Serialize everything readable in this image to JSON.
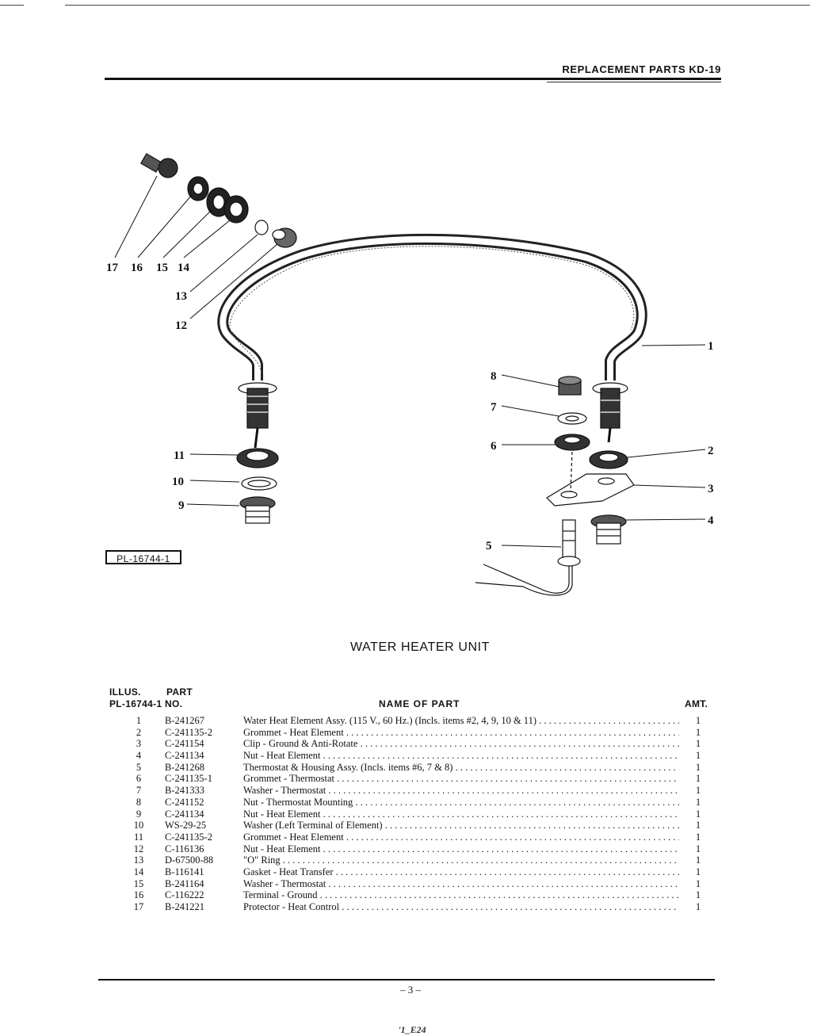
{
  "header": {
    "title": "REPLACEMENT PARTS KD-19"
  },
  "diagram": {
    "plate_label": "PL-16744-1",
    "callouts": {
      "c1": "1",
      "c2": "2",
      "c3": "3",
      "c4": "4",
      "c5": "5",
      "c6": "6",
      "c7": "7",
      "c8": "8",
      "c9": "9",
      "c10": "10",
      "c11": "11",
      "c12": "12",
      "c13": "13",
      "c14": "14",
      "c15": "15",
      "c16": "16",
      "c17": "17"
    }
  },
  "section_title": "WATER HEATER UNIT",
  "table": {
    "headers": {
      "illus": "ILLUS.",
      "part": "PART",
      "pl_no": "PL-16744-1  NO.",
      "name": "NAME OF PART",
      "amt": "AMT."
    },
    "rows": [
      {
        "illus": "1",
        "part": "B-241267",
        "name": "Water Heat Element Assy. (115 V., 60 Hz.) (Incls. items #2, 4, 9, 10 & 11)",
        "amt": "1"
      },
      {
        "illus": "2",
        "part": "C-241135-2",
        "name": "Grommet - Heat Element",
        "amt": "1"
      },
      {
        "illus": "3",
        "part": "C-241154",
        "name": "Clip - Ground & Anti-Rotate",
        "amt": "1"
      },
      {
        "illus": "4",
        "part": "C-241134",
        "name": "Nut - Heat Element",
        "amt": "1"
      },
      {
        "illus": "5",
        "part": "B-241268",
        "name": "Thermostat & Housing Assy. (Incls. items #6, 7 & 8)",
        "amt": "1"
      },
      {
        "illus": "6",
        "part": "C-241135-1",
        "name": "Grommet - Thermostat",
        "amt": "1"
      },
      {
        "illus": "7",
        "part": "B-241333",
        "name": "Washer - Thermostat",
        "amt": "1"
      },
      {
        "illus": "8",
        "part": "C-241152",
        "name": "Nut - Thermostat Mounting",
        "amt": "1"
      },
      {
        "illus": "9",
        "part": "C-241134",
        "name": "Nut - Heat Element",
        "amt": "1"
      },
      {
        "illus": "10",
        "part": "WS-29-25",
        "name": "Washer (Left Terminal of Element)",
        "amt": "1"
      },
      {
        "illus": "11",
        "part": "C-241135-2",
        "name": "Grommet - Heat Element",
        "amt": "1"
      },
      {
        "illus": "12",
        "part": "C-116136",
        "name": "Nut - Heat Element",
        "amt": "1"
      },
      {
        "illus": "13",
        "part": "D-67500-88",
        "name": "\"O\" Ring",
        "amt": "1"
      },
      {
        "illus": "14",
        "part": "B-116141",
        "name": "Gasket - Heat Transfer",
        "amt": "1"
      },
      {
        "illus": "15",
        "part": "B-241164",
        "name": "Washer - Thermostat",
        "amt": "1"
      },
      {
        "illus": "16",
        "part": "C-116222",
        "name": "Terminal - Ground",
        "amt": "1"
      },
      {
        "illus": "17",
        "part": "B-241221",
        "name": "Protector - Heat Control",
        "amt": "1"
      }
    ]
  },
  "footer": {
    "page_number": "– 3 –",
    "code": "'1_E24"
  }
}
